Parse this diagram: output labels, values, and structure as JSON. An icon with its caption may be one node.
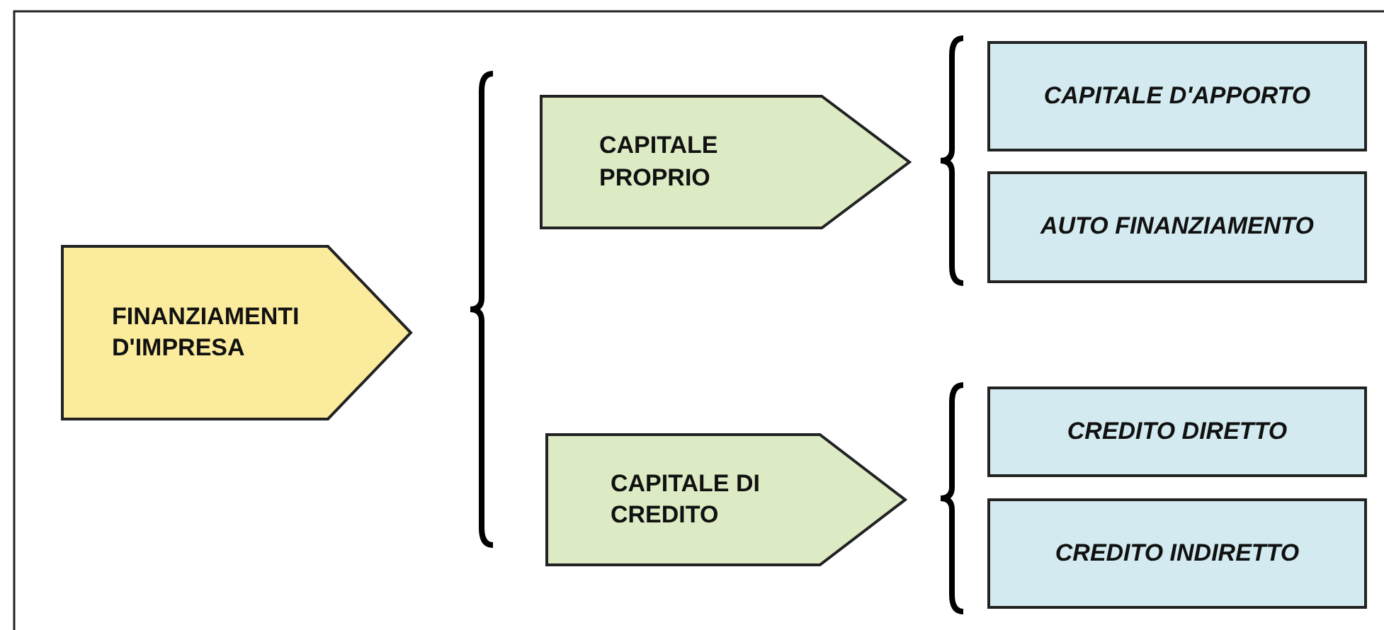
{
  "diagram": {
    "nodes": [
      {
        "text": [
          "FINANZIAMENTI D'IMPRESA"
        ]
      },
      {
        "text": [
          "CAPITALE PROPRIO"
        ]
      },
      {
        "text": [
          "CAPITALE DI CREDITO"
        ]
      },
      {
        "text": [
          "CAPITALE D'APPORTO"
        ]
      },
      {
        "text": [
          "AUTO FINANZIAMENTO"
        ]
      },
      {
        "text": [
          "CREDITO DIRETTO"
        ]
      },
      {
        "text": [
          "CREDITO INDIRETTO"
        ]
      }
    ]
  }
}
